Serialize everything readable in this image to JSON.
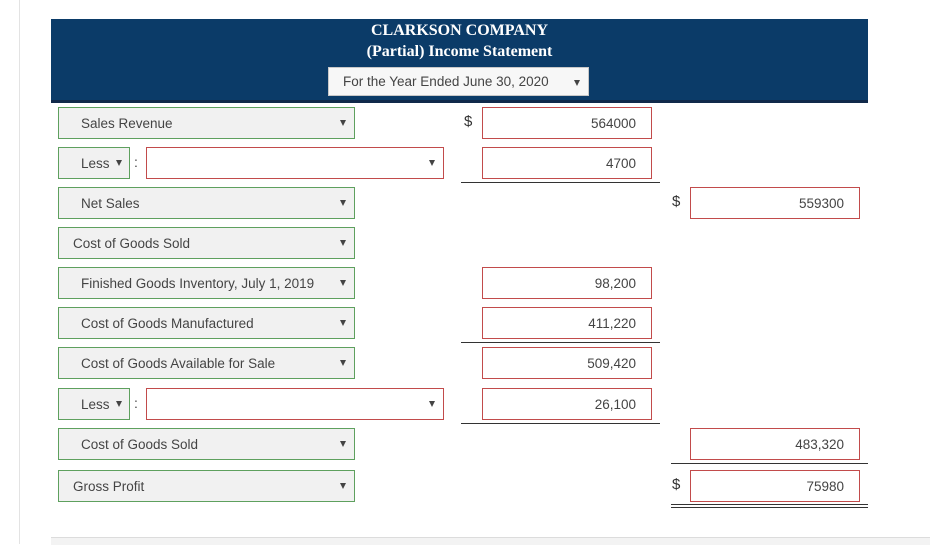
{
  "header": {
    "company": "CLARKSON COMPANY",
    "statement": "(Partial) Income Statement",
    "period": "For the Year Ended June 30, 2020"
  },
  "rows": [
    {
      "label": "Sales Revenue",
      "col1": "564000",
      "dollar_col1": "$"
    },
    {
      "prefix": "Less",
      "colon": ":",
      "sub_label": "",
      "col1": "4700"
    },
    {
      "label": "Net Sales",
      "col2": "559300",
      "dollar_col2": "$"
    },
    {
      "label": "Cost of Goods Sold"
    },
    {
      "label": "Finished Goods Inventory, July 1, 2019",
      "col1": "98,200"
    },
    {
      "label": "Cost of Goods Manufactured",
      "col1": "411,220"
    },
    {
      "label": "Cost of Goods Available for Sale",
      "col1": "509,420"
    },
    {
      "prefix": "Less",
      "colon": ":",
      "sub_label": "",
      "col1": "26,100"
    },
    {
      "label": "Cost of Goods Sold",
      "col2": "483,320"
    },
    {
      "label": "Gross Profit",
      "col2": "75980",
      "dollar_col2": "$"
    }
  ],
  "colors": {
    "header_bg": "#0b3b68",
    "select_border": "#5ea05e",
    "input_border": "#c24b4b"
  },
  "icons": {
    "dropdown": "chevron-down-icon"
  }
}
